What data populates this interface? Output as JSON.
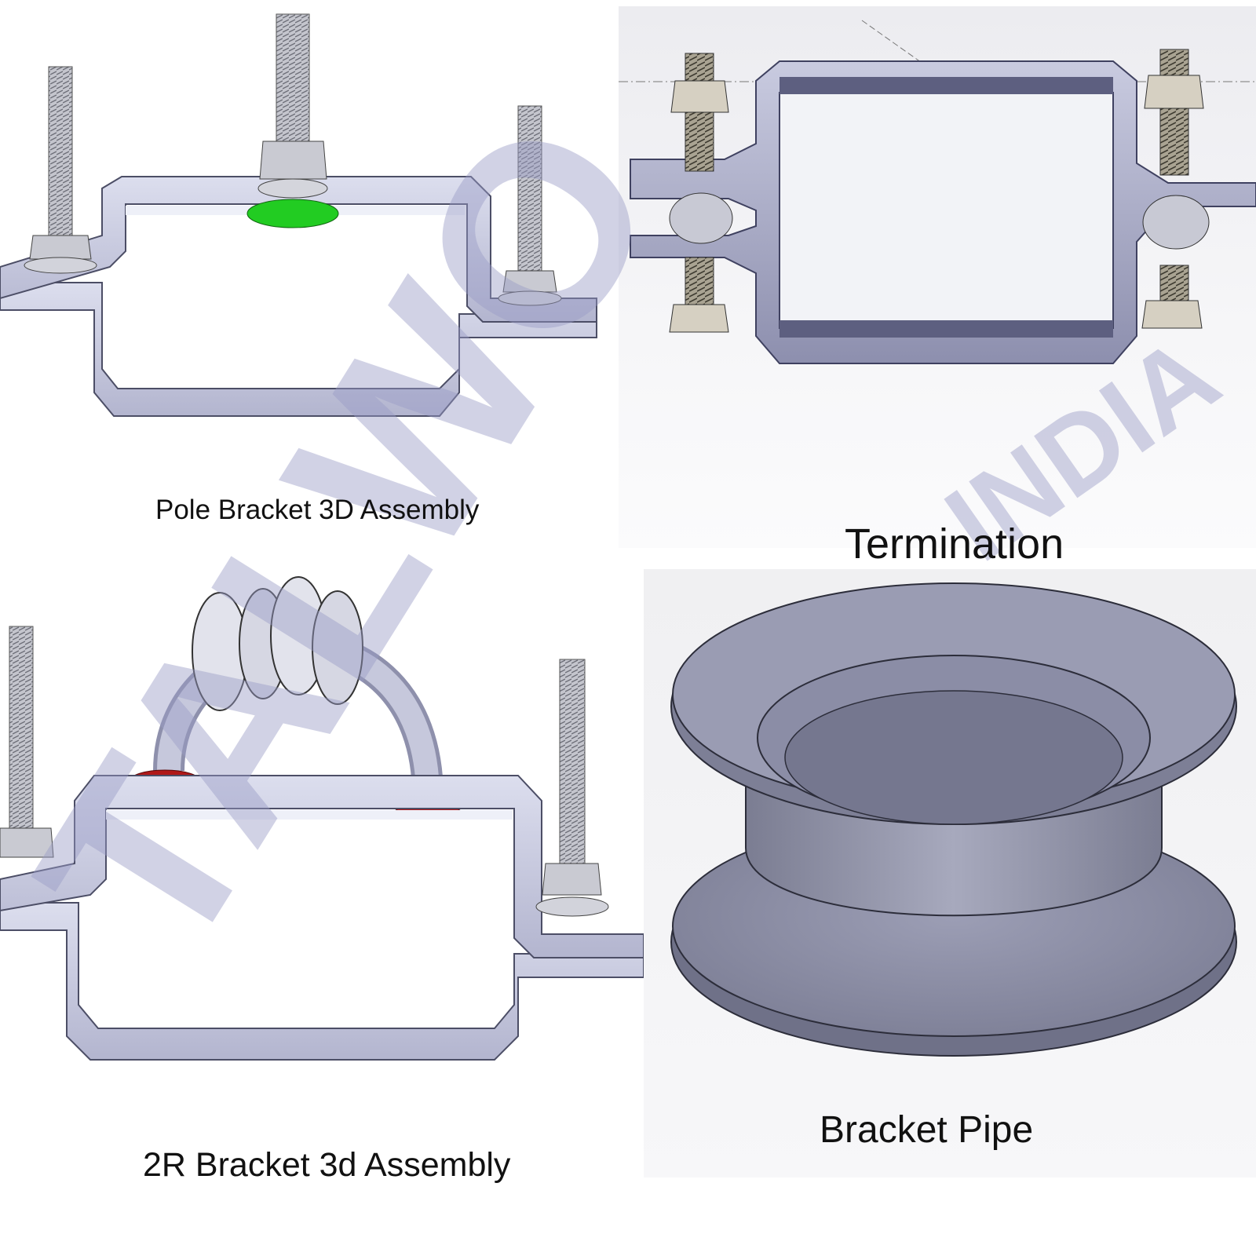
{
  "captions": {
    "pole_bracket": "Pole Bracket 3D Assembly",
    "termination": "Termination",
    "r2_bracket": "2R Bracket 3d Assembly",
    "bracket_pipe": "Bracket Pipe"
  },
  "watermark": {
    "brand": "TALWO",
    "country": "INDIA"
  },
  "colors": {
    "steel": "#c9cbe0",
    "steel_dark": "#7a7c98",
    "bolt": "#b8b9c4",
    "green_washer": "#22cc22",
    "red_washer": "#b01818",
    "watermark": "#9a9cc6"
  }
}
